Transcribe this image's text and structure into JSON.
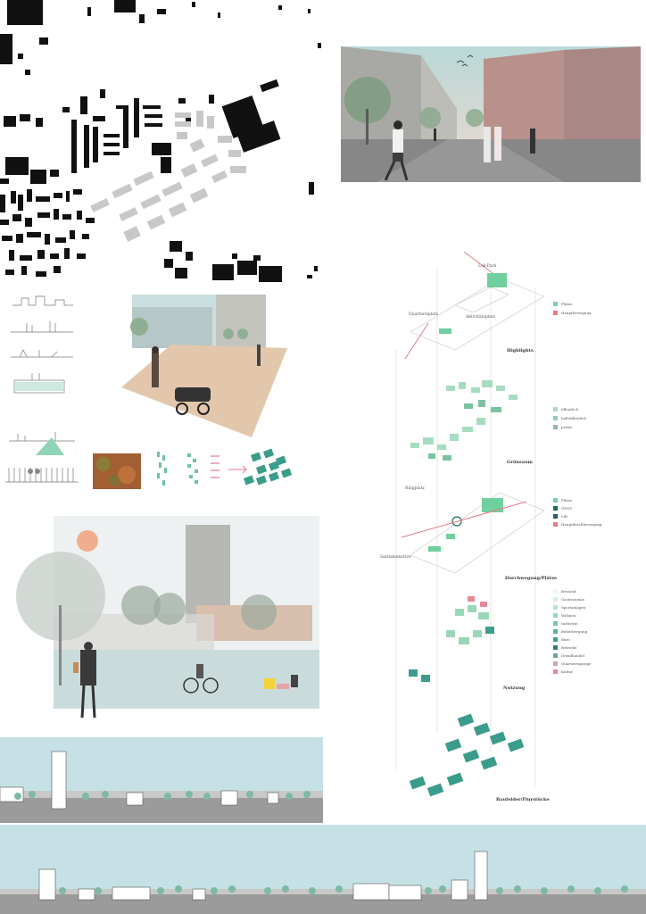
{
  "colors": {
    "green": "#7fcfa8",
    "dark_green": "#2e8b6f",
    "teal": "#3a9c8a",
    "pink": "#e87b8a",
    "sky": "#bcdbe3",
    "ground": "#a9a9a9",
    "sand": "#e9cdb3"
  },
  "layers": {
    "highlights": {
      "title": "Highlights",
      "labels": {
        "lok_park": "Lok-Park",
        "quartiersplatz": "Quartiersplatz",
        "aktivitaetsplatz": "Aktivitätsplatz"
      },
      "legend": [
        {
          "text": "Plätze",
          "color": "#7fcfa8"
        },
        {
          "text": "Hauptbewegung",
          "color": "#e87b8a"
        }
      ]
    },
    "gruenraum": {
      "title": "Grünraum",
      "legend": [
        {
          "text": "öffentlich",
          "color": "#a8dcc0"
        },
        {
          "text": "halböffentlich",
          "color": "#8fcfae"
        },
        {
          "text": "privat",
          "color": "#8fb8a4"
        }
      ]
    },
    "durchwegung": {
      "title": "Durchwegung/Plätze",
      "labels": {
        "ringplatz": "Ringplatz",
        "bahnhof": "Salzlakomotive"
      },
      "legend": [
        {
          "text": "Plätze",
          "color": "#7fcfa8"
        },
        {
          "text": "ÖPNV",
          "color": "#1f6f5a"
        },
        {
          "text": "Lift",
          "color": "#2d5a70"
        },
        {
          "text": "Hauptdurchbewegung",
          "color": "#e87b8a"
        }
      ]
    },
    "nutzung": {
      "title": "Nutzung",
      "legend": [
        {
          "text": "Bestand",
          "color": "#f2f2f2"
        },
        {
          "text": "Gastronomie",
          "color": "#d9f0e4"
        },
        {
          "text": "Sportanlagen",
          "color": "#b7e4cd"
        },
        {
          "text": "Wohnen",
          "color": "#9ad6b8"
        },
        {
          "text": "Industrie",
          "color": "#79c8a4"
        },
        {
          "text": "Beherbergung",
          "color": "#5bb3a0"
        },
        {
          "text": "Büro",
          "color": "#3f9c8c"
        },
        {
          "text": "Betriebe",
          "color": "#2d7d70"
        },
        {
          "text": "Detailhandel",
          "color": "#6fa0a8"
        },
        {
          "text": "Quartiersgarage",
          "color": "#c7a8b4"
        },
        {
          "text": "Kultur",
          "color": "#e8889a"
        }
      ]
    },
    "baufelder": {
      "title": "Baufelder/Flurstücke"
    }
  }
}
